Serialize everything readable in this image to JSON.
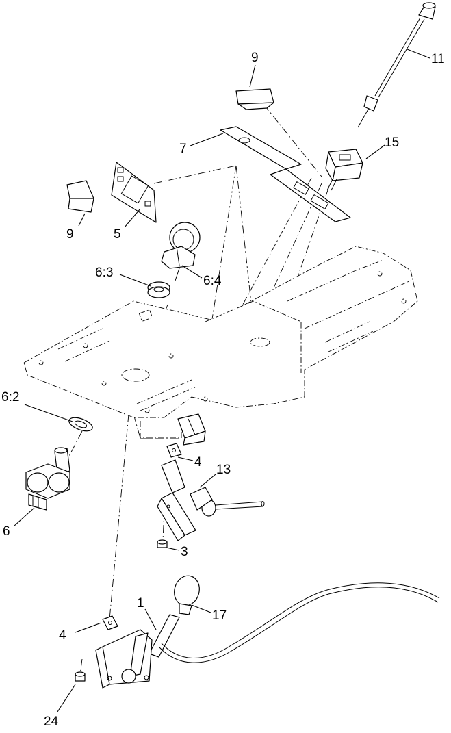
{
  "callouts": {
    "c11": "11",
    "c9_top": "9",
    "c15": "15",
    "c7": "7",
    "c9_left": "9",
    "c5": "5",
    "c6_3": "6:3",
    "c6_4": "6:4",
    "c6_2": "6:2",
    "c4_mid": "4",
    "c13": "13",
    "c6": "6",
    "c3": "3",
    "c1": "1",
    "c17": "17",
    "c4_low": "4",
    "c24": "24"
  }
}
